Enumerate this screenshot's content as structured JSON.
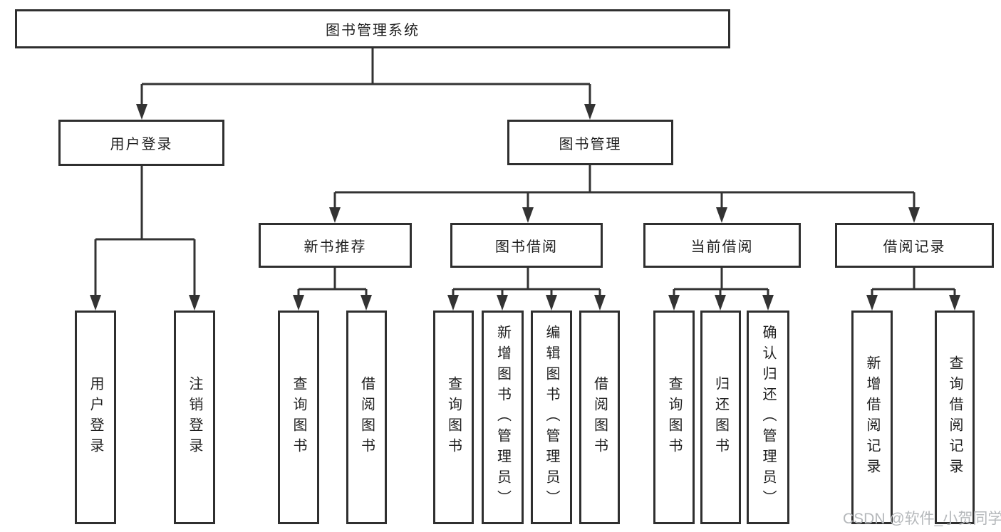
{
  "diagram": {
    "root": {
      "label": "图书管理系统"
    },
    "user_branch": {
      "label": "用户登录",
      "children": [
        {
          "label": "用户登录"
        },
        {
          "label": "注销登录"
        }
      ]
    },
    "book_branch": {
      "label": "图书管理",
      "modules": [
        {
          "label": "新书推荐",
          "children": [
            {
              "label": "查询图书"
            },
            {
              "label": "借阅图书"
            }
          ]
        },
        {
          "label": "图书借阅",
          "children": [
            {
              "label": "查询图书"
            },
            {
              "label": "新增图书（管理员）"
            },
            {
              "label": "编辑图书（管理员）"
            },
            {
              "label": "借阅图书"
            }
          ]
        },
        {
          "label": "当前借阅",
          "children": [
            {
              "label": "查询图书"
            },
            {
              "label": "归还图书"
            },
            {
              "label": "确认归还（管理员）"
            }
          ]
        },
        {
          "label": "借阅记录",
          "children": [
            {
              "label": "新增借阅记录"
            },
            {
              "label": "查询借阅记录"
            }
          ]
        }
      ]
    }
  },
  "watermark": {
    "text": "CSDN @软件_小贺同学"
  },
  "colors": {
    "line": "#333333",
    "box_border": "#2f2f2f",
    "text": "#1f1f1f",
    "watermark": "#b5b8bb",
    "background": "#ffffff"
  }
}
